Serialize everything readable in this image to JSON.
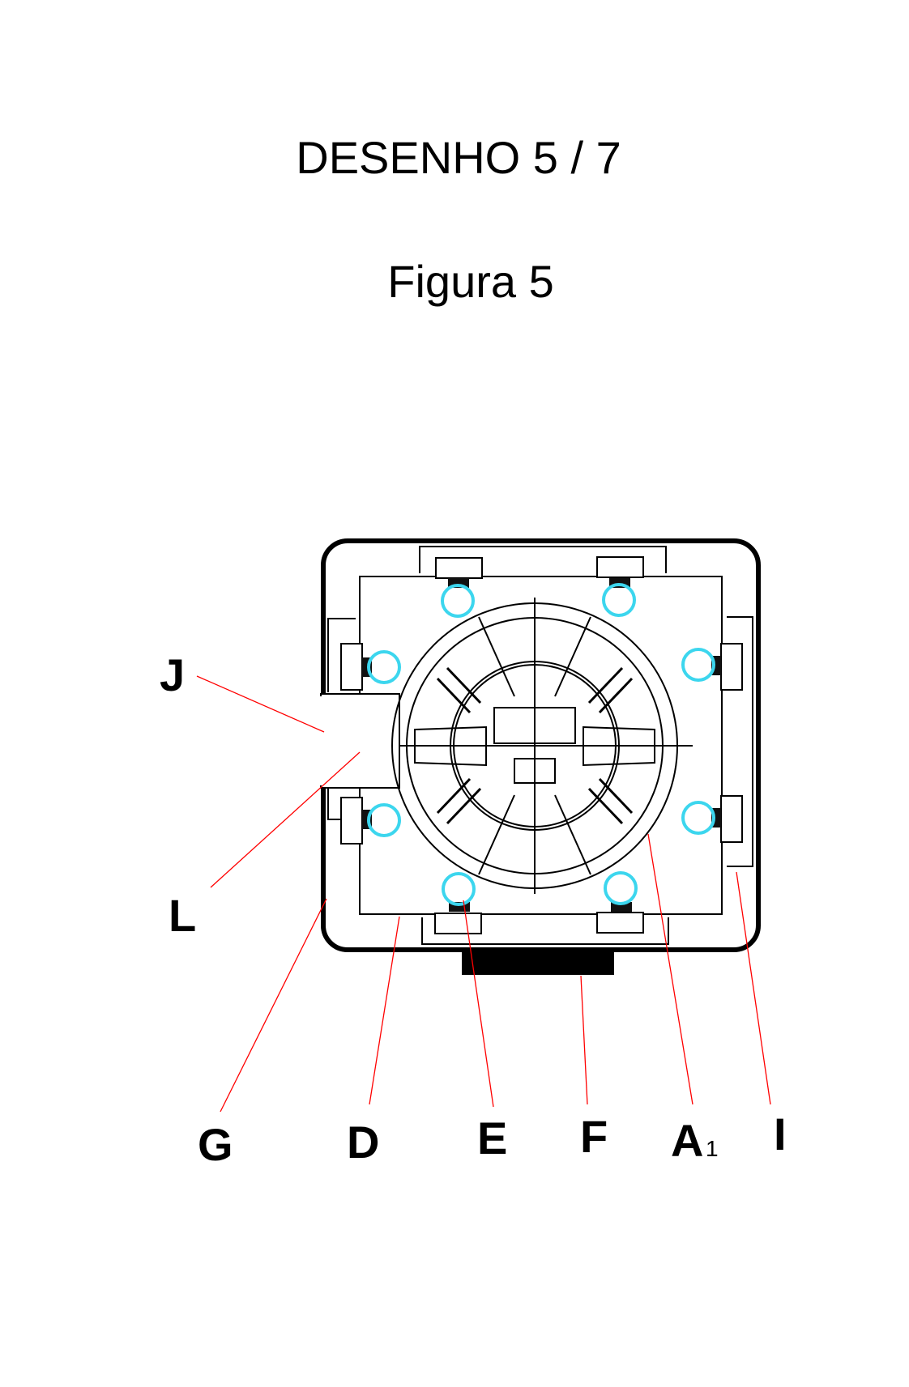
{
  "header": {
    "sheet": "DESENHO 5 / 7",
    "figure": "Figura 5"
  },
  "labels": {
    "J": "J",
    "L": "L",
    "G": "G",
    "D": "D",
    "E": "E",
    "F": "F",
    "A": "A",
    "A_sub": "1",
    "I": "I"
  },
  "colors": {
    "leader": "#ff0000",
    "sensor": "#3cd6ee",
    "line": "#000000"
  }
}
